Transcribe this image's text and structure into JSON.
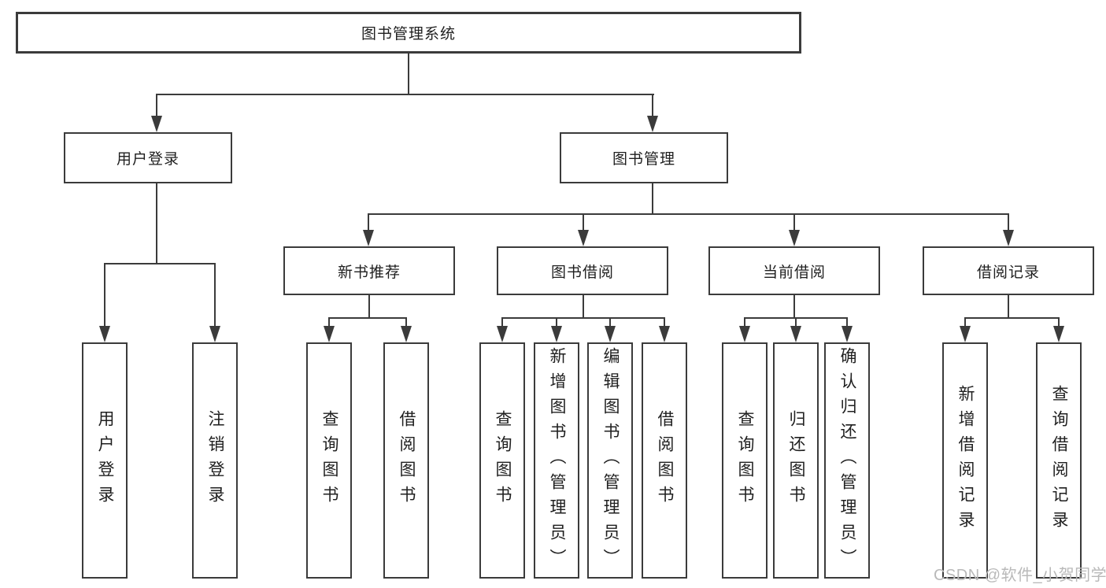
{
  "diagram": {
    "root": "图书管理系统",
    "branches": [
      {
        "label": "用户登录",
        "children": [
          "用户登录",
          "注销登录"
        ]
      },
      {
        "label": "图书管理",
        "children": [
          {
            "label": "新书推荐",
            "children": [
              "查询图书",
              "借阅图书"
            ]
          },
          {
            "label": "图书借阅",
            "children": [
              "查询图书",
              "新增图书（管理员）",
              "编辑图书（管理员）",
              "借阅图书"
            ]
          },
          {
            "label": "当前借阅",
            "children": [
              "查询图书",
              "归还图书",
              "确认归还（管理员）"
            ]
          },
          {
            "label": "借阅记录",
            "children": [
              "新增借阅记录",
              "查询借阅记录"
            ]
          }
        ]
      }
    ],
    "watermark": "CSDN @软件_小贺同学",
    "colors": {
      "line": "#3b3b3b",
      "box_border": "#3b3b3b",
      "text": "#1f1f1f",
      "watermark": "#b9b9b9",
      "background": "#ffffff"
    }
  }
}
